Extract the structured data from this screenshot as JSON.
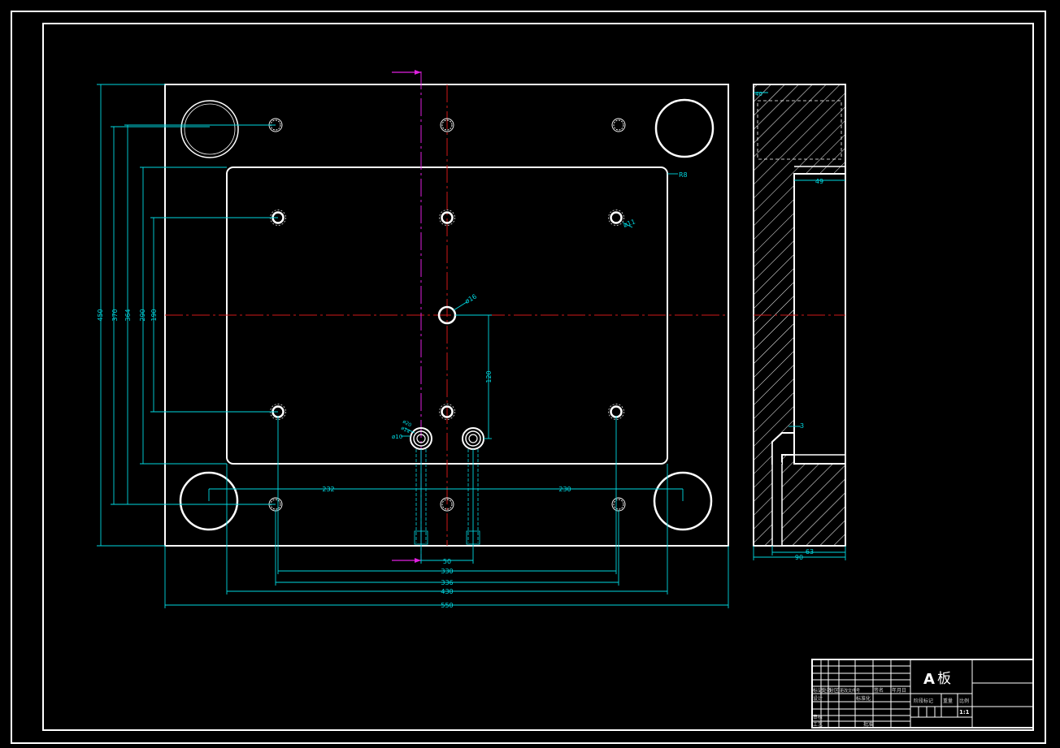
{
  "colors": {
    "background": "#000000",
    "outline": "#ffffff",
    "dimension": "#00d8e0",
    "centerline": "#d01818",
    "section_line": "#e020e0",
    "hatch": "#ffffff"
  },
  "title_block": {
    "part_name_bold": "A",
    "part_name": "板",
    "row_labels": {
      "mark": "标记",
      "count": "处数",
      "zone": "分区",
      "doc_no": "更改文件号",
      "sign": "签名",
      "date": "年月日",
      "design": "设计",
      "standardize": "标准化",
      "review": "审核",
      "process": "工艺",
      "approve": "批准",
      "stage_mark": "阶段标记",
      "weight": "重量",
      "scale": "比例",
      "scale_value": "1:1"
    }
  },
  "dimensions": {
    "left": [
      "450",
      "370",
      "364",
      "290",
      "190"
    ],
    "bottom": [
      "50",
      "330",
      "336",
      "430",
      "550"
    ],
    "horizontal_mid_left": "232",
    "horizontal_mid_right": "230",
    "vertical_120": "120",
    "radius_pocket": "R8",
    "dia_small": "ø11",
    "dia_center": "ø16",
    "dia_a": "ø20",
    "dia_b": "ø14",
    "dia_c": "ø10",
    "side_top": "40",
    "side_49": "49",
    "side_3": "3",
    "side_63": "63",
    "side_90": "90"
  }
}
